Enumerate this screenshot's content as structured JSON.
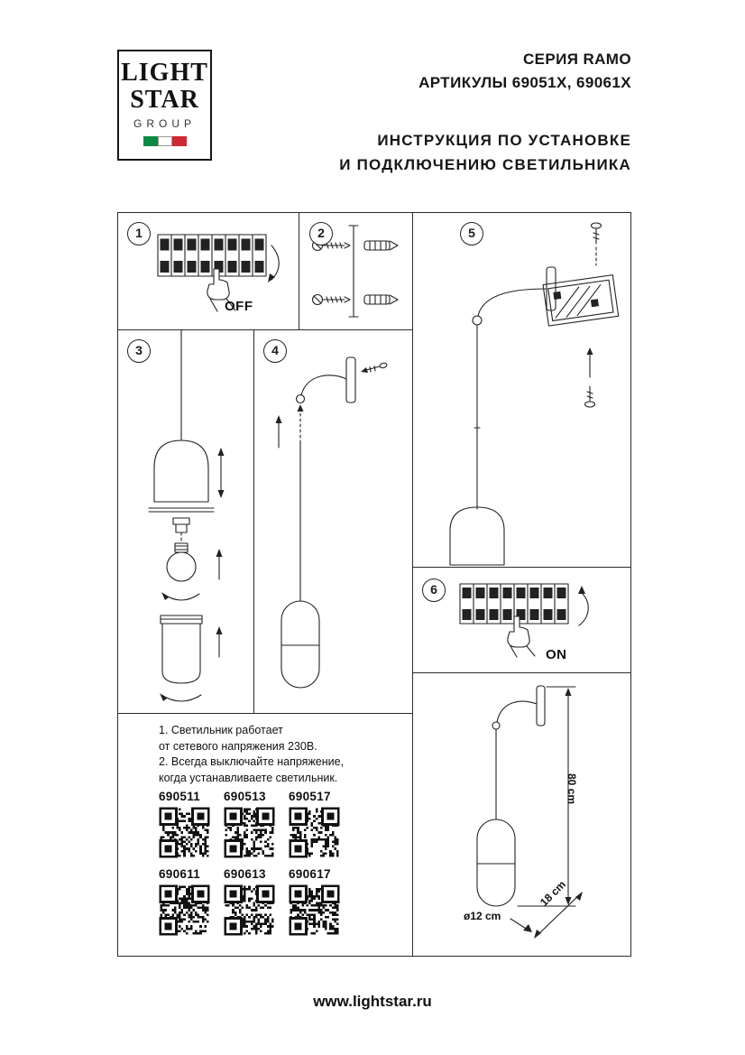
{
  "logo": {
    "line1": "LIGHT",
    "line2": "STAR",
    "line3": "GROUP"
  },
  "header": {
    "series": "СЕРИЯ RAMO",
    "articles": "АРТИКУЛЫ 69051X, 69061X",
    "instruction_line1": "ИНСТРУКЦИЯ ПО УСТАНОВКЕ",
    "instruction_line2": "И ПОДКЛЮЧЕНИЮ СВЕТИЛЬНИКА"
  },
  "steps": {
    "s1": "1",
    "s2": "2",
    "s3": "3",
    "s4": "4",
    "s5": "5",
    "s6": "6",
    "off_label": "OFF",
    "on_label": "ON"
  },
  "notes": {
    "line1": "1. Светильник работает",
    "line2": "от сетевого напряжения 230В.",
    "line3": "2. Всегда выключайте напряжение,",
    "line4": "когда устанавливаете светильник."
  },
  "products": {
    "row1": [
      {
        "code": "690511"
      },
      {
        "code": "690513"
      },
      {
        "code": "690517"
      }
    ],
    "row2": [
      {
        "code": "690611"
      },
      {
        "code": "690613"
      },
      {
        "code": "690617"
      }
    ]
  },
  "dimensions": {
    "height": "80 cm",
    "depth": "18 cm",
    "diameter": "ø12 cm"
  },
  "footer": {
    "url": "www.lightstar.ru"
  },
  "colors": {
    "flag_green": "#0a8a43",
    "flag_white": "#ffffff",
    "flag_red": "#cf2734",
    "line": "#222222"
  }
}
